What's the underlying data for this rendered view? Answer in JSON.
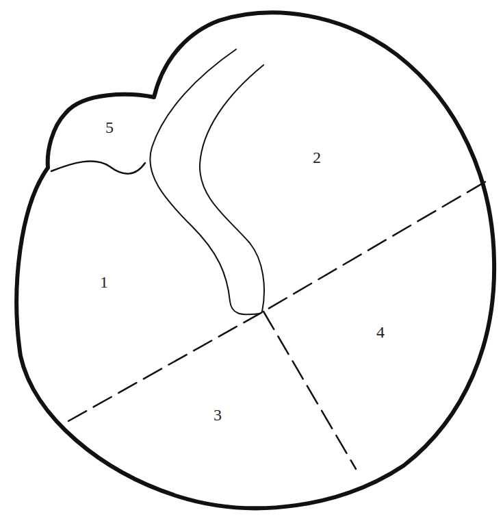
{
  "diagram": {
    "labels": [
      "5",
      "2",
      "1",
      "4",
      "3"
    ]
  }
}
